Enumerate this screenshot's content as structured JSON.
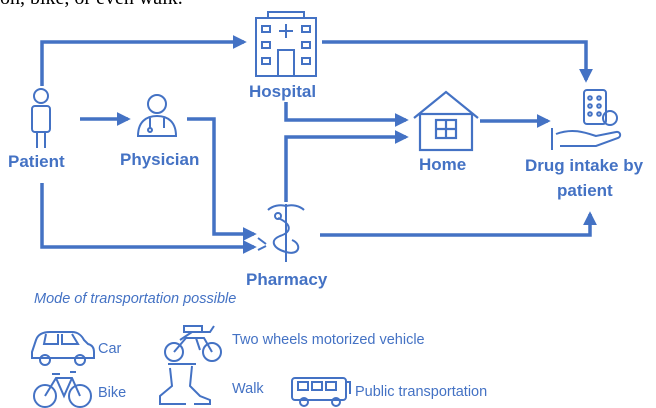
{
  "top_text": "on, bike, or even walk.",
  "nodes": {
    "patient": "Patient",
    "physician": "Physician",
    "hospital": "Hospital",
    "home": "Home",
    "pharmacy": "Pharmacy",
    "drug_intake_line1": "Drug intake by",
    "drug_intake_line2": "patient"
  },
  "transport": {
    "title": "Mode of transportation possible",
    "car": "Car",
    "two_wheels": "Two wheels motorized vehicle",
    "bike": "Bike",
    "walk": "Walk",
    "public": "Public transportation"
  },
  "colors": {
    "accent": "#4472c4",
    "arrow": "#4472c4"
  },
  "icons": [
    "patient-icon",
    "physician-icon",
    "hospital-icon",
    "home-icon",
    "pharmacy-icon",
    "drug-intake-icon",
    "car-icon",
    "motorbike-icon",
    "bike-icon",
    "walk-icon",
    "bus-icon"
  ]
}
